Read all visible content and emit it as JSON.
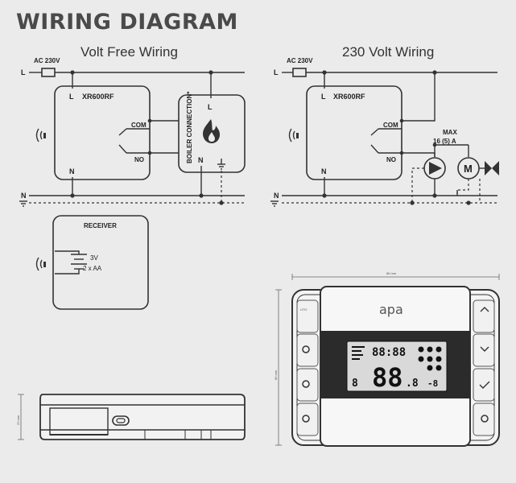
{
  "title": "WIRING DIAGRAM",
  "volt_free": {
    "heading": "Volt Free Wiring",
    "supply": "AC 230V",
    "line": "L",
    "neutral": "N",
    "device": "XR600RF",
    "device_l": "L",
    "device_n": "N",
    "com": "COM",
    "no": "NO",
    "boiler_l": "L",
    "boiler_n": "N",
    "boiler_label": "BOILER CONNECTION*"
  },
  "v230": {
    "heading": "230 Volt Wiring",
    "supply": "AC 230V",
    "line": "L",
    "neutral": "N",
    "device": "XR600RF",
    "device_l": "L",
    "device_n": "N",
    "com": "COM",
    "no": "NO",
    "max": "MAX",
    "rating": "16 (5) A",
    "motor": "M"
  },
  "receiver": {
    "title": "RECEIVER",
    "voltage": "3V",
    "batteries": "2 x AA"
  },
  "thermostat": {
    "brand": "apa",
    "width_dim": "86 mm",
    "height_dim": "86 mm",
    "depth_dim": "22 mm",
    "lcd_top": "88:88",
    "lcd_main": "88",
    "lcd_decimal": ".8",
    "lcd_small": "8",
    "lcd_right": "-8"
  }
}
